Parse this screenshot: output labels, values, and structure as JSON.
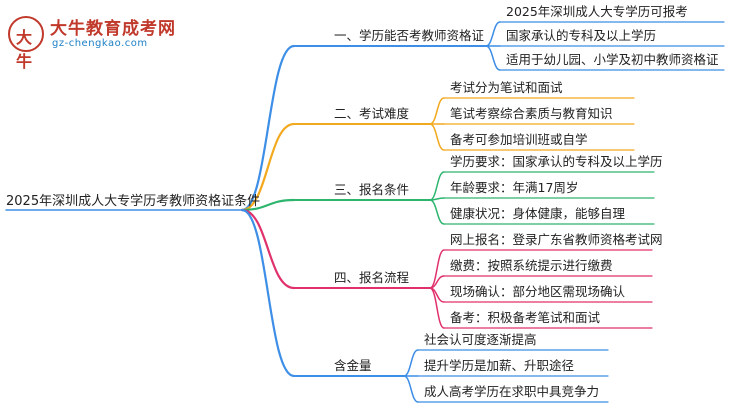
{
  "logo": {
    "title": "大牛教育成考网",
    "url": "gz-chengkao.com",
    "badge": "大牛"
  },
  "root": "2025年深圳成人大专学历考教师资格证条件",
  "branches": [
    {
      "label": "一、学历能否考教师资格证",
      "color": "#3d8ee6",
      "children": [
        "2025年深圳成人大专学历可报考",
        "国家承认的专科及以上学历",
        "适用于幼儿园、小学及初中教师资格证"
      ]
    },
    {
      "label": "二、考试难度",
      "color": "#f2a91e",
      "children": [
        "考试分为笔试和面试",
        "笔试考察综合素质与教育知识",
        "备考可参加培训班或自学"
      ]
    },
    {
      "label": "三、报名条件",
      "color": "#2db56e",
      "children": [
        "学历要求：国家承认的专科及以上学历",
        "年龄要求：年满17周岁",
        "健康状况：身体健康，能够自理"
      ]
    },
    {
      "label": "四、报名流程",
      "color": "#e0316b",
      "children": [
        "网上报名：登录广东省教师资格考试网",
        "缴费：按照系统提示进行缴费",
        "现场确认：部分地区需现场确认",
        "备考：积极备考笔试和面试"
      ]
    },
    {
      "label": "含金量",
      "color": "#3d8ee6",
      "children": [
        "社会认可度逐渐提高",
        "提升学历是加薪、升职途径",
        "成人高考学历在求职中具竞争力"
      ]
    }
  ]
}
